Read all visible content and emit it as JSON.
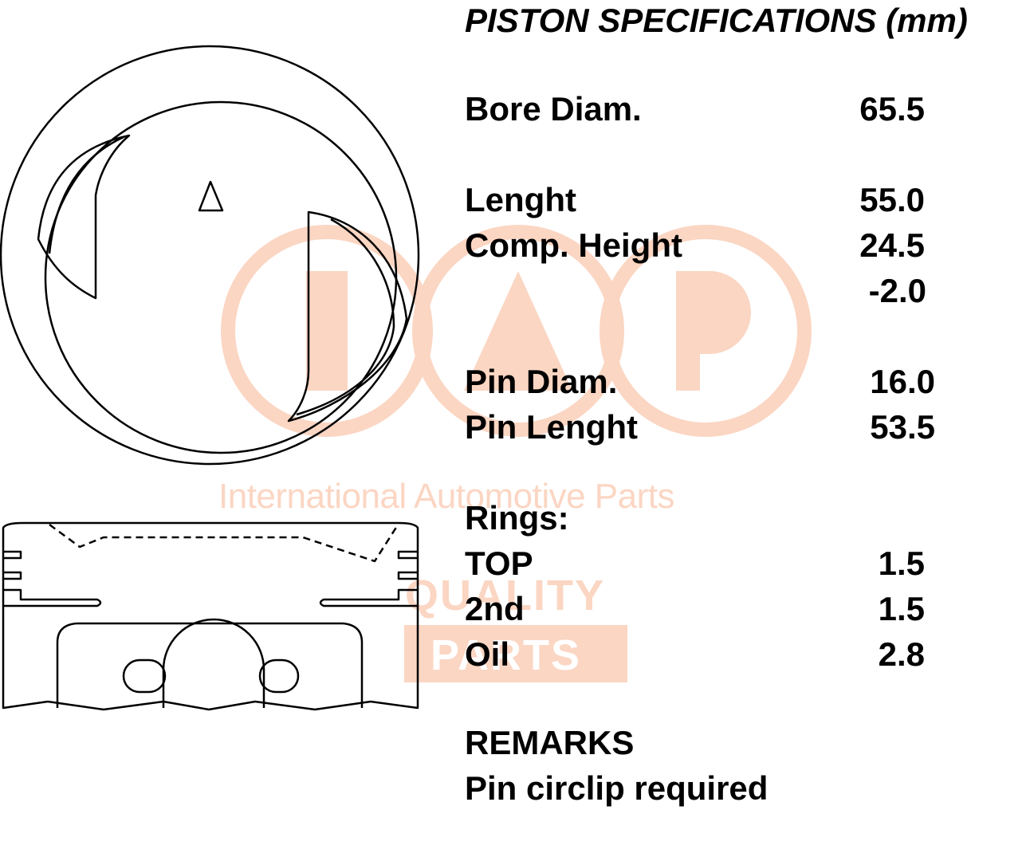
{
  "title": "PISTON SPECIFICATIONS (mm)",
  "specs": {
    "bore_diam": {
      "label": "Bore Diam.",
      "value": "65.5"
    },
    "length": {
      "label": "Lenght",
      "value": "55.0"
    },
    "comp_height": {
      "label": "Comp. Height",
      "value": "24.5"
    },
    "comp_offset": {
      "value": "-2.0"
    },
    "pin_diam": {
      "label": "Pin Diam.",
      "value": "16.0"
    },
    "pin_length": {
      "label": "Pin Lenght",
      "value": "53.5"
    }
  },
  "rings": {
    "heading": "Rings:",
    "top": {
      "label": "TOP",
      "value": "1.5"
    },
    "second": {
      "label": "2nd",
      "value": "1.5"
    },
    "oil": {
      "label": "Oil",
      "value": "2.8"
    }
  },
  "remarks": {
    "heading": "REMARKS",
    "text": "Pin circlip required"
  },
  "watermark": {
    "company": "International Automotive Parts",
    "quality": "QUALITY",
    "parts": "PARTS",
    "color": "#fbd6c3"
  }
}
